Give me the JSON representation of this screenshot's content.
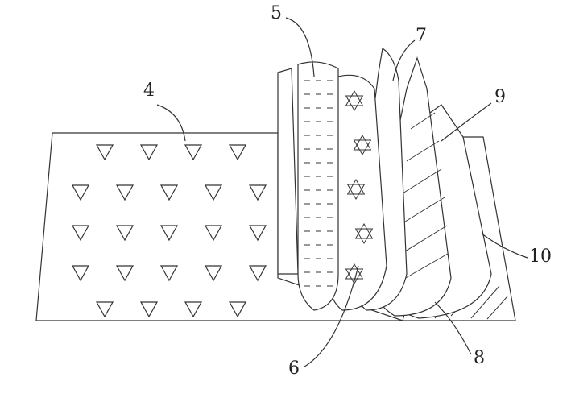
{
  "figure": {
    "labels": {
      "layer_4": "4",
      "layer_5": "5",
      "layer_6": "6",
      "layer_7": "7",
      "layer_8": "8",
      "layer_9": "9",
      "layer_10": "10"
    },
    "colors": {
      "line": "#333333",
      "background": "#ffffff"
    }
  }
}
